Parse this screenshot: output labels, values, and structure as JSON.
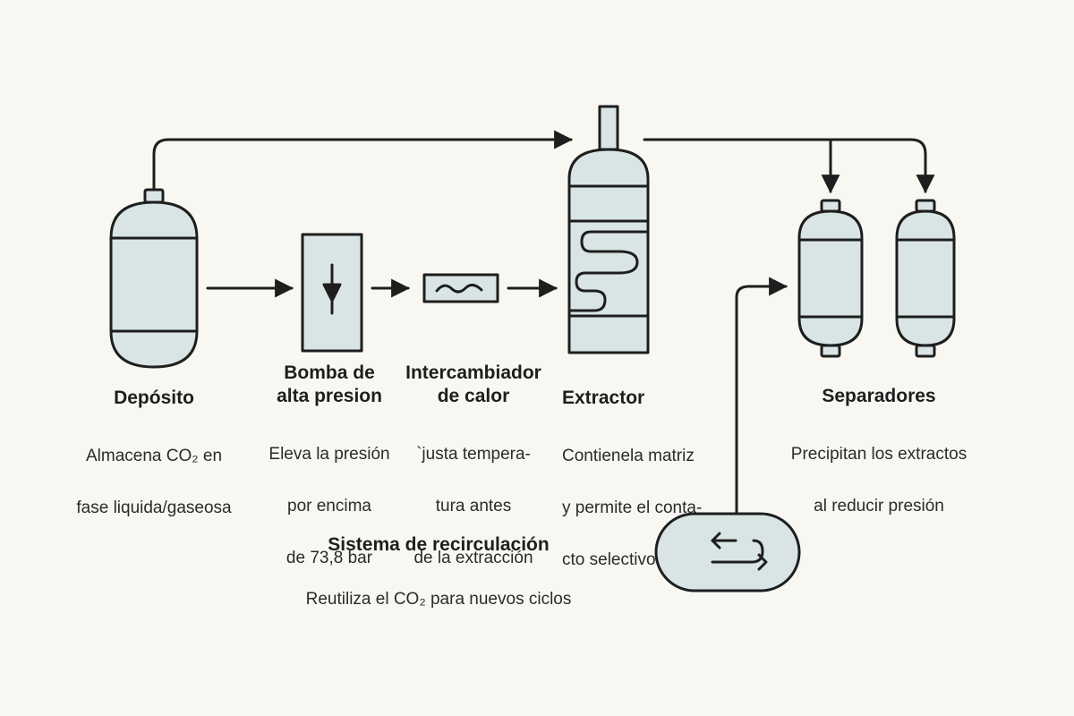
{
  "colors": {
    "background": "#f9f7f2",
    "equipment_fill": "#d9e5e4",
    "stroke": "#1e1e1e"
  },
  "nodes": {
    "deposito": {
      "title": "Depósito",
      "desc": [
        "Almacena CO₂ en",
        "fase liquida/gaseosa"
      ]
    },
    "bomba": {
      "title": "Bomba de\nalta presion",
      "desc": [
        "Eleva la presión",
        "por encima",
        "de 73,8 bar"
      ]
    },
    "intercambiador": {
      "title": "Intercambiador\nde calor",
      "desc": [
        "`justa tempera-",
        "tura antes",
        "de la extracción"
      ]
    },
    "extractor": {
      "title": "Extractor",
      "desc": [
        "Contienela matriz",
        "y permite el conta-",
        "cto selectivo"
      ]
    },
    "separadores": {
      "title": "Separadores",
      "desc": [
        "Precipitan los extractos",
        "al reducir presión"
      ]
    },
    "recirculacion": {
      "title": "Sistema de recirculación",
      "desc": [
        "Reutiliza el CO₂ para nuevos ciclos"
      ]
    }
  },
  "icons": {
    "pump_symbol": "down-arrow-icon",
    "heat_exchanger_symbol": "wave-icon",
    "recirculation_symbol": "return-arrow-icon"
  }
}
